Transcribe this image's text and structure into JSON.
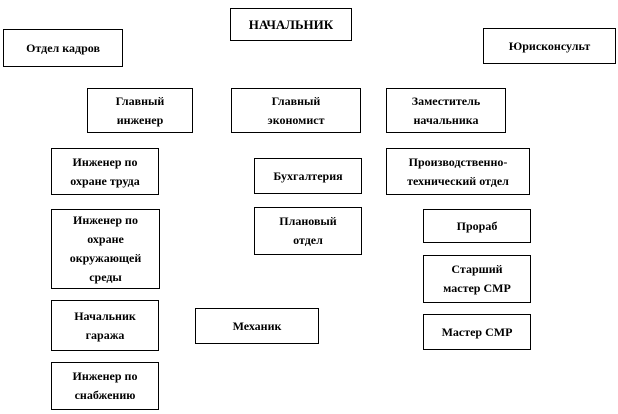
{
  "org_chart": {
    "type": "organizational-diagram",
    "colors": {
      "background": "#ffffff",
      "box_fill": "#ffffff",
      "box_border": "#000000",
      "text": "#000000"
    },
    "nodes": {
      "nachalnik": {
        "label": "НАЧАЛЬНИК"
      },
      "otdel_kadrov": {
        "label": "Отдел кадров"
      },
      "yuriskonsult": {
        "label": "Юрисконсульт"
      },
      "glavnyj_inzhener": {
        "label": "Главный\nинженер"
      },
      "glavnyj_ekonomist": {
        "label": "Главный\nэкономист"
      },
      "zamestitel_nachalnika": {
        "label": "Заместитель\nначальника"
      },
      "inzhener_ohrana_truda": {
        "label": "Инженер по\nохране труда"
      },
      "buhgalteriya": {
        "label": "Бухгалтерия"
      },
      "proizvodstvenno_tehnicheskij_otdel": {
        "label": "Производственно-\nтехнический отдел"
      },
      "inzhener_okruzhayushchaya_sreda": {
        "label": "Инженер по\nохране\nокружающей\nсреды"
      },
      "planovyj_otdel": {
        "label": "Плановый\nотдел"
      },
      "prorab": {
        "label": "Прораб"
      },
      "starshij_master_smr": {
        "label": "Старший\nмастер СМР"
      },
      "nachalnik_garazha": {
        "label": "Начальник\nгаража"
      },
      "mehanik": {
        "label": "Механик"
      },
      "master_smr": {
        "label": "Мастер СМР"
      },
      "inzhener_po_snabzheniyu": {
        "label": "Инженер по\nснабжению"
      }
    }
  }
}
